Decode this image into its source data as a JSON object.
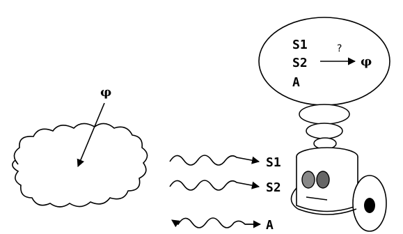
{
  "thought": {
    "s1": "S1",
    "s2": "S2",
    "a": "A",
    "question": "?",
    "phi": "φ"
  },
  "world": {
    "phi": "φ"
  },
  "signals": {
    "s1": "S1",
    "s2": "S2",
    "a": "A"
  }
}
